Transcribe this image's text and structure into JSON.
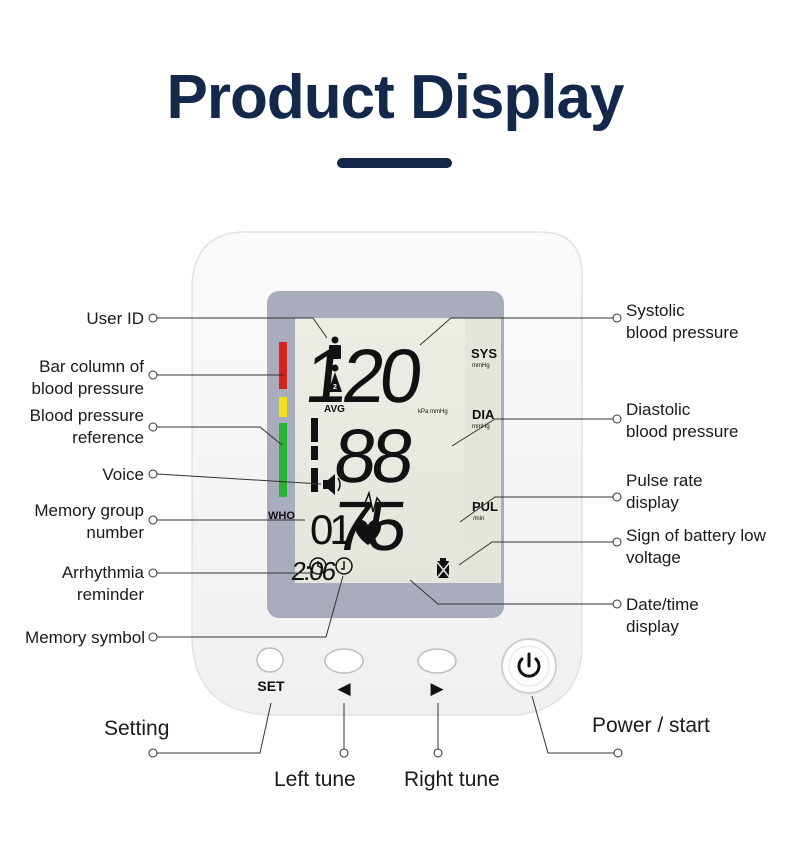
{
  "title": "Product Display",
  "accent": "#14284b",
  "display": {
    "systolic": "120",
    "diastolic": "88",
    "pulse": "75",
    "time": "2:06",
    "memory_group": "01",
    "sys_label": "SYS",
    "dia_label": "DIA",
    "pul_label": "PUL",
    "unit_top": "kPa mmHg",
    "unit_side": "mmHg",
    "unit_mid": "kPa mmHg",
    "unit_pul": "/min",
    "avg_label": "AVG",
    "user_number": "2",
    "who_label": "WHO"
  },
  "bar_colors": [
    "#d9211b",
    "#f3e21b",
    "#2ab32e"
  ],
  "buttons": {
    "set": "SET",
    "left_arrow": "◀",
    "right_arrow": "▶"
  },
  "labels": {
    "user_id": "User ID",
    "bar_column": "Bar column of\nblood pressure",
    "bp_reference": "Blood pressure\nreference",
    "voice": "Voice",
    "memory_group": "Memory group\nnumber",
    "arrhythmia": "Arrhythmia\nreminder",
    "memory_symbol": "Memory symbol",
    "systolic": "Systolic\nblood pressure",
    "diastolic": "Diastolic\nblood pressure",
    "pulse": "Pulse rate\ndisplay",
    "battery": "Sign of battery low\nvoltage",
    "datetime": "Date/time\ndisplay",
    "setting": "Setting",
    "left_tune": "Left tune",
    "right_tune": "Right tune",
    "power": "Power / start"
  }
}
